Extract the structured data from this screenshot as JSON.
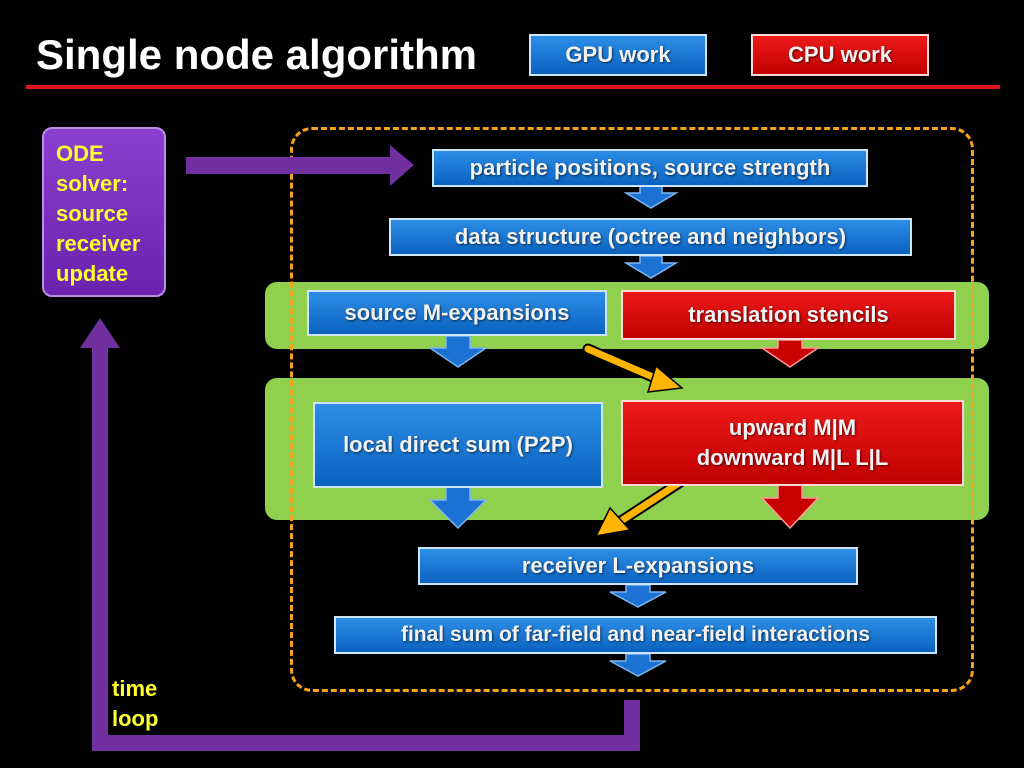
{
  "title": "Single node algorithm",
  "legend": {
    "gpu_label": "GPU work",
    "cpu_label": "CPU work"
  },
  "ode_box": {
    "lines": [
      "ODE",
      "solver:",
      "source",
      "receiver",
      "update"
    ]
  },
  "loop_label": {
    "lines": [
      "time",
      "loop"
    ]
  },
  "steps": {
    "particle_positions": "particle positions, source strength",
    "data_structure": "data structure (octree and neighbors)",
    "source_m_expansions": "source M-expansions",
    "translation_stencils": "translation stencils",
    "local_direct_sum": "local direct sum (P2P)",
    "upward_line1": "upward M|M",
    "upward_line2": "downward M|L L|L",
    "receiver_l_expansions": "receiver L-expansions",
    "final_sum": "final sum of far-field and near-field interactions"
  },
  "colors": {
    "gpu": "#0a62bf",
    "cpu": "#c10000",
    "ode": "#6a22ad",
    "highlight_green": "#8fd14f",
    "dashed_border": "#f7a21b",
    "title_rule": "#e3141c",
    "yellow_text": "#ffff2e",
    "arrow_yellow": "#ffb400",
    "arrow_purple": "#7030a0"
  }
}
